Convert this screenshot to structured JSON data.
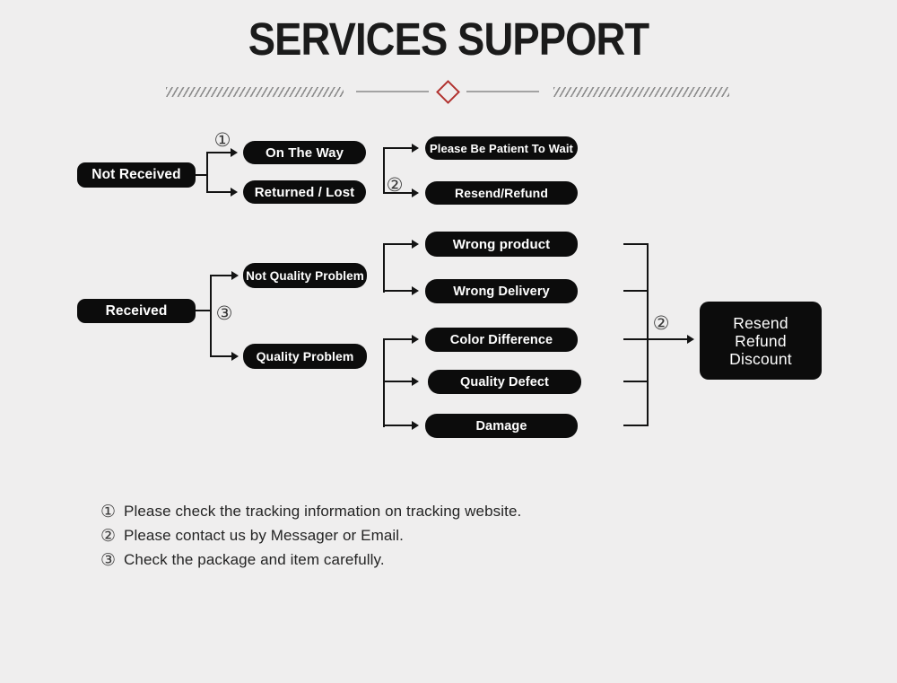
{
  "title": "SERVICES SUPPORT",
  "colors": {
    "background": "#efeeee",
    "node_fill": "#0c0c0c",
    "node_text": "#ffffff",
    "diamond_accent": "#b1312e",
    "divider_gray": "#a3a3a3",
    "connector": "#131313"
  },
  "flow": {
    "not_received": "Not Received",
    "on_the_way": "On The Way",
    "returned_lost": "Returned / Lost",
    "be_patient": "Please Be Patient To Wait",
    "resend_refund": "Resend/Refund",
    "received": "Received",
    "not_quality_problem": "Not Quality Problem",
    "quality_problem": "Quality Problem",
    "wrong_product": "Wrong product",
    "wrong_delivery": "Wrong Delivery",
    "color_difference": "Color Difference",
    "quality_defect": "Quality Defect",
    "damage": "Damage",
    "final": [
      "Resend",
      "Refund",
      "Discount"
    ]
  },
  "markers": {
    "m1": "①",
    "m2": "②",
    "m3": "③"
  },
  "notes": [
    {
      "marker": "①",
      "text": "Please check the tracking information on tracking website."
    },
    {
      "marker": "②",
      "text": "Please contact us by Messager or Email."
    },
    {
      "marker": "③",
      "text": "Check the package and item carefully."
    }
  ]
}
